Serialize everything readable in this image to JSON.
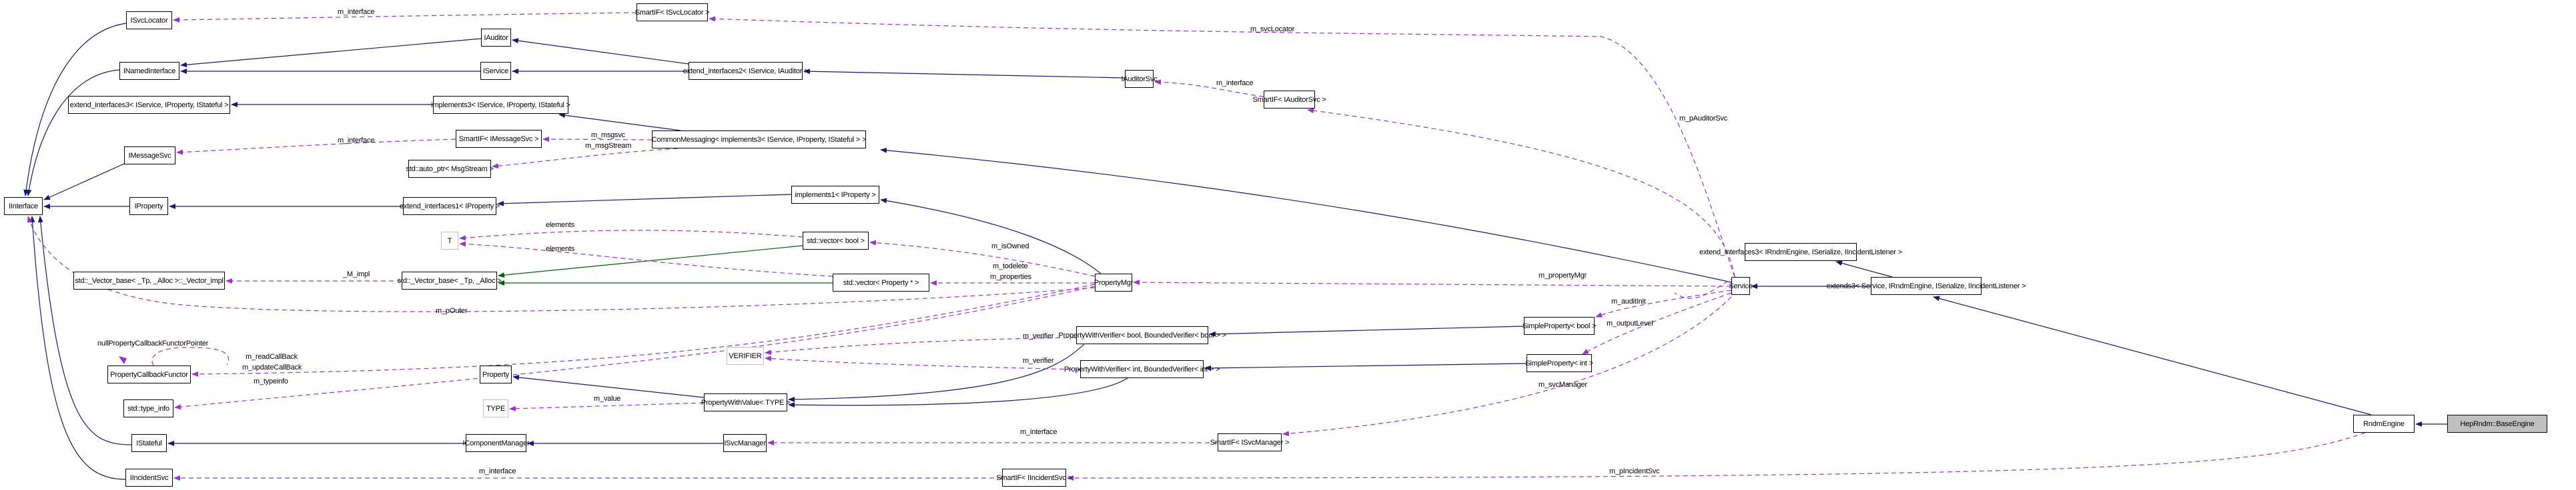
{
  "diagram": {
    "title": "HepRndm::BaseEngine collaboration graph",
    "colors": {
      "inheritance": "#191970",
      "private_inheritance": "#006400",
      "usage": "#9a32cd",
      "node_border": "#000000",
      "template_node_border": "#bfbfbf",
      "focus_fill": "#bfbfbf"
    },
    "nodes": {
      "isvclocator": "ISvcLocator",
      "smartif_isvclocator": "SmartIF< ISvcLocator >",
      "iauditor": "IAuditor",
      "inamedinterface": "INamedInterface",
      "iservice": "IService",
      "extend_interfaces2": "extend_interfaces2< IService, IAuditor >",
      "iauditorsvc": "IAuditorSvc",
      "smartif_iauditorsvc": "SmartIF< IAuditorSvc >",
      "extend_interfaces3_svc": "extend_interfaces3< IService, IProperty, IStateful >",
      "implements3": "implements3< IService, IProperty, IStateful >",
      "smartif_imessagesvc": "SmartIF< IMessageSvc >",
      "commonmessaging": "CommonMessaging< implements3< IService, IProperty, IStateful > >",
      "imessagesvc": "IMessageSvc",
      "auto_ptr_msgstream": "std::auto_ptr< MsgStream >",
      "iinterface": "IInterface",
      "iproperty": "IProperty",
      "extend_interfaces1": "extend_interfaces1< IProperty >",
      "implements1": "implements1< IProperty >",
      "t": "T",
      "vector_bool": "std::vector< bool >",
      "vector_impl": "std::_Vector_base< _Tp, _Alloc >::_Vector_impl",
      "vector_base": "std::_Vector_base< _Tp, _Alloc >",
      "vector_property": "std::vector< Property * >",
      "propertymgr": "PropertyMgr",
      "service": "Service",
      "extend_interfaces3_rndm": "extend_interfaces3< IRndmEngine, ISerialize, IIncidentListener >",
      "extends3": "extends3< Service, IRndmEngine, ISerialize, IIncidentListener >",
      "propertycallbackfunctor": "PropertyCallbackFunctor",
      "verifier": "VERIFIER",
      "pwv_bool": "PropertyWithVerifier< bool, BoundedVerifier< bool > >",
      "simpleproperty_bool": "SimpleProperty< bool >",
      "property": "Property",
      "pwv_int": "PropertyWithVerifier< int, BoundedVerifier< int > >",
      "simpleproperty_int": "SimpleProperty< int >",
      "type_info": "std::type_info",
      "type": "TYPE",
      "propertywithvalue": "PropertyWithValue< TYPE >",
      "istateful": "IStateful",
      "icomponentmanager": "IComponentManager",
      "isvcmanager": "ISvcManager",
      "smartif_isvcmanager": "SmartIF< ISvcManager >",
      "rndmengine": "RndmEngine",
      "heprndm_baseengine": "HepRndm::BaseEngine",
      "iincidentsvc": "IIncidentSvc",
      "smartif_iincidentsvc": "SmartIF< IIncidentSvc >"
    },
    "edge_labels": {
      "m_interface_svclocator": "m_interface",
      "m_svclocator": "m_svcLocator",
      "m_interface_auditorsvc": "m_interface",
      "m_pauditorsvc": "m_pAuditorSvc",
      "m_interface_messagesvc": "m_interface",
      "m_msgsvc": "m_msgsvc",
      "m_msgstream": "m_msgStream",
      "elements_1": "elements",
      "elements_2": "elements",
      "m_impl": "_M_impl",
      "m_isowned": "m_isOwned",
      "m_todelete": "m_todelete",
      "m_properties": "m_properties",
      "m_propertymgr": "m_propertyMgr",
      "m_pouter": "m_pOuter",
      "m_auditinit": "m_auditInit",
      "m_outputlevel": "m_outputLevel",
      "m_svcmanager": "m_svcManager",
      "null_functor": "nullPropertyCallbackFunctorPointer",
      "m_readcallback": "m_readCallBack",
      "m_updatecallback": "m_updateCallBack",
      "m_typeinfo": "m_typeinfo",
      "m_verifier_1": "m_verifier",
      "m_verifier_2": "m_verifier",
      "m_value": "m_value",
      "m_interface_svcmanager": "m_interface",
      "m_interface_incidentsvc": "m_interface",
      "m_pincidentsvc": "m_pIncidentSvc"
    }
  }
}
